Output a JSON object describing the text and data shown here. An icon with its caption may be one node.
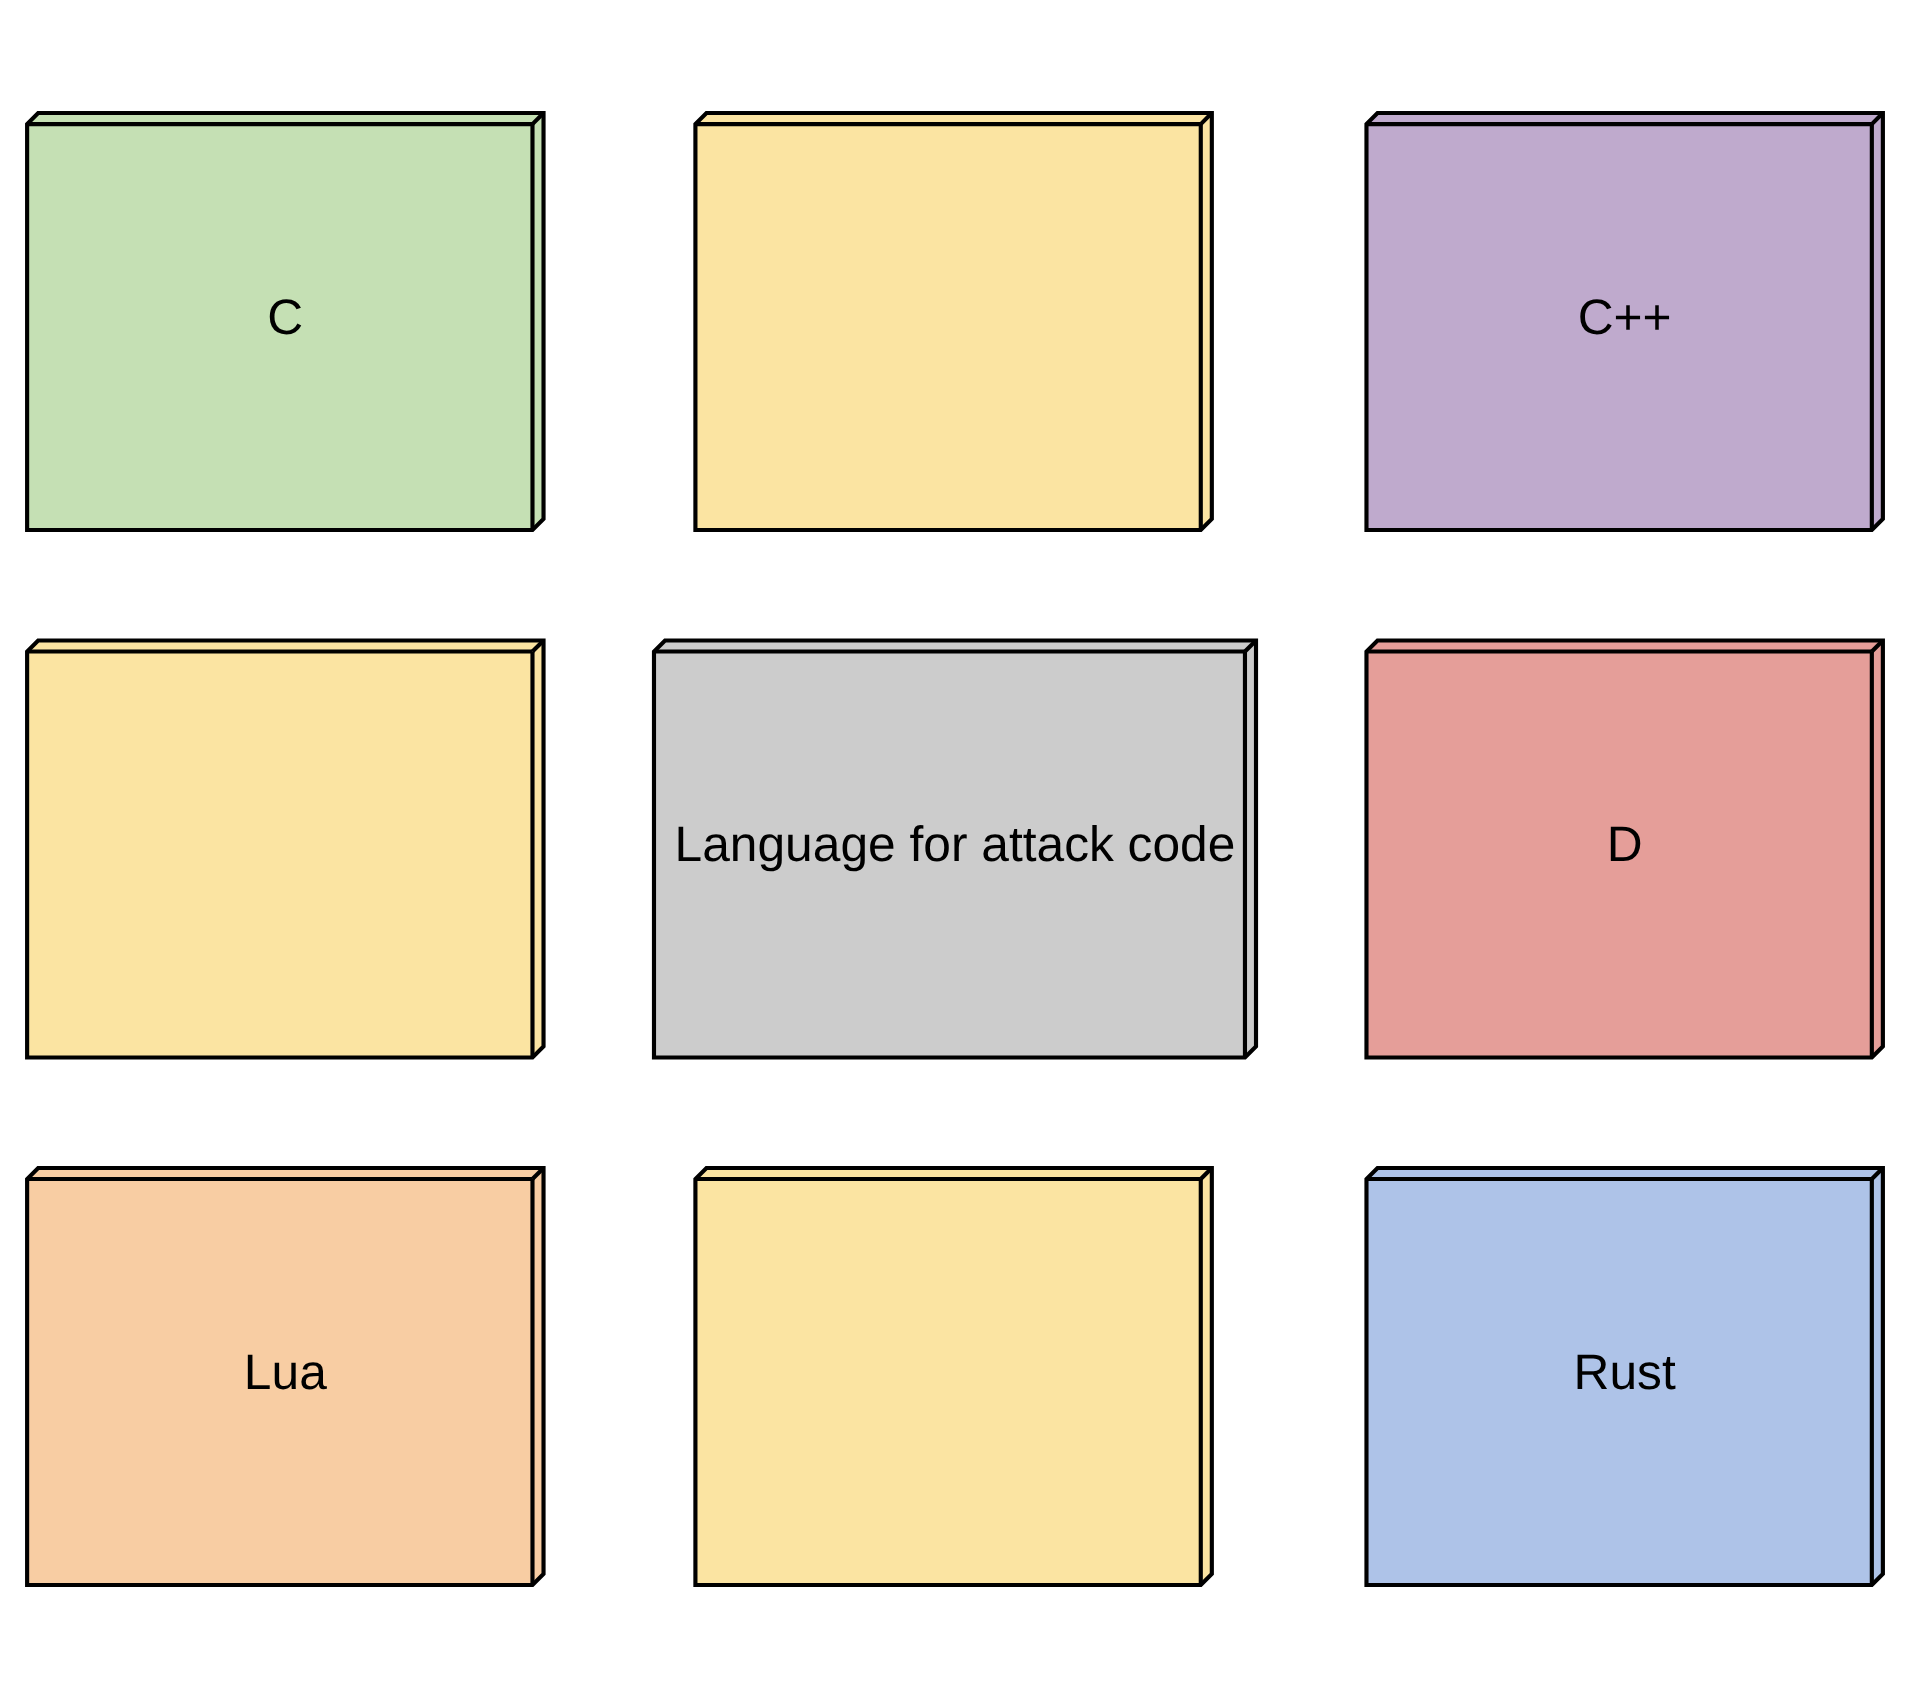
{
  "diagram": {
    "nodes": [
      {
        "text": [
          "C"
        ]
      },
      {
        "text": [],
        "shape": "box"
      },
      {
        "text": [
          "C++"
        ]
      },
      {
        "text": [],
        "shape": "box"
      },
      {
        "text": [
          "Language for attack code"
        ]
      },
      {
        "text": [
          "D"
        ]
      },
      {
        "text": [
          "Lua"
        ]
      },
      {
        "text": [],
        "shape": "box"
      },
      {
        "text": [
          "Rust"
        ]
      }
    ],
    "edges": []
  }
}
